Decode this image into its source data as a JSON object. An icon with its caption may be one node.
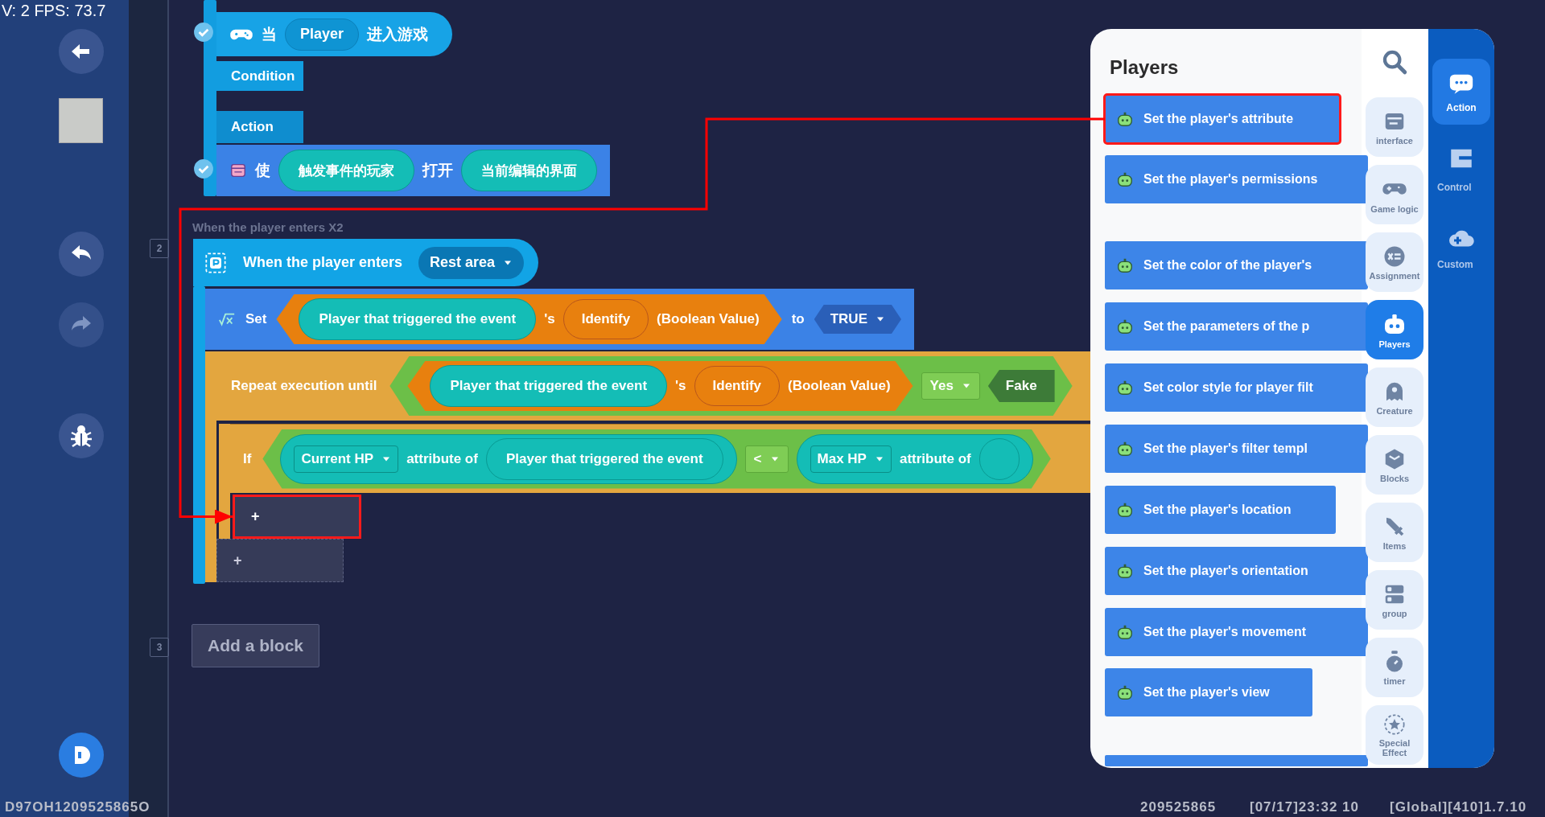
{
  "diagram": {
    "nodes": [
      {
        "text": [
          "当",
          "进入游戏"
        ]
      },
      {
        "text": [
          "Player"
        ],
        "in": 0
      },
      {
        "text": [
          "Condition"
        ]
      },
      {
        "text": [
          "Action"
        ]
      },
      {
        "text": [
          "使",
          "打开"
        ]
      },
      {
        "text": [
          "触发事件的玩家"
        ],
        "in": 4
      },
      {
        "text": [
          "当前编辑的界面"
        ],
        "in": 4
      },
      {
        "text": [
          "2"
        ]
      },
      {
        "text": [
          "When the player enters"
        ]
      },
      {
        "text": [
          "Rest area"
        ],
        "in": 8
      },
      {
        "text": [
          "Set",
          "to"
        ]
      },
      {
        "text": [
          "'s",
          "(Boolean Value)"
        ],
        "in": 10
      },
      {
        "text": [
          "Player that triggered the event"
        ],
        "in": 11
      },
      {
        "text": [
          "Identify"
        ],
        "in": 11
      },
      {
        "text": [
          "TRUE"
        ],
        "in": 10
      },
      {
        "text": [
          "Repeat execution until"
        ]
      },
      {
        "text": [],
        "shape": "hexagon",
        "in": 15
      },
      {
        "text": [
          "'s",
          "(Boolean Value)"
        ],
        "in": 16
      },
      {
        "text": [
          "Player that triggered the event"
        ],
        "in": 17
      },
      {
        "text": [
          "Identify"
        ],
        "in": 17
      },
      {
        "text": [
          "Yes"
        ],
        "in": 16
      },
      {
        "text": [
          "Fake"
        ],
        "in": 16
      },
      {
        "text": [
          "If"
        ],
        "in": 15
      },
      {
        "text": [],
        "shape": "hexagon",
        "in": 22
      },
      {
        "text": [
          "attribute of"
        ],
        "in": 23
      },
      {
        "text": [
          "Current HP"
        ],
        "in": 24
      },
      {
        "text": [
          "Player that triggered the event"
        ],
        "in": 24
      },
      {
        "text": [
          "<"
        ],
        "in": 23
      },
      {
        "text": [
          "attribute of"
        ],
        "in": 23
      },
      {
        "text": [
          "Max HP"
        ],
        "in": 28
      },
      {
        "text": [],
        "shape": "pill",
        "in": 28
      },
      {
        "text": [
          "+"
        ],
        "in": 22
      },
      {
        "text": [
          "+"
        ],
        "in": 15
      },
      {
        "text": [
          "3"
        ]
      },
      {
        "text": [
          "Add a block"
        ]
      },
      {
        "text": [
          "Players"
        ]
      },
      {
        "text": [
          "Set the player's attribute"
        ],
        "in": 35
      },
      {
        "text": [
          "Set the player's permissions"
        ],
        "in": 35
      },
      {
        "text": [
          "Set the color of the player's"
        ],
        "in": 35
      },
      {
        "text": [
          "Set the parameters of the p"
        ],
        "in": 35
      },
      {
        "text": [
          "Set color style for player filt"
        ],
        "in": 35
      },
      {
        "text": [
          "Set the player's filter templ"
        ],
        "in": 35
      },
      {
        "text": [
          "Set the player's location"
        ],
        "in": 35
      },
      {
        "text": [
          "Set the player's orientation"
        ],
        "in": 35
      },
      {
        "text": [
          "Set the player's movement"
        ],
        "in": 35
      },
      {
        "text": [
          "Set the player's view"
        ],
        "in": 35
      },
      {
        "text": [],
        "shape": "bar",
        "in": 35
      },
      {
        "text": [
          "interface"
        ],
        "in": 35
      },
      {
        "text": [
          "Game logic"
        ],
        "in": 35
      },
      {
        "text": [
          "Assignment"
        ],
        "in": 35
      },
      {
        "text": [
          "Players"
        ],
        "in": 35
      },
      {
        "text": [
          "Creature"
        ],
        "in": 35
      },
      {
        "text": [
          "Blocks"
        ],
        "in": 35
      },
      {
        "text": [
          "Items"
        ],
        "in": 35
      },
      {
        "text": [
          "group"
        ],
        "in": 35
      },
      {
        "text": [
          "timer"
        ],
        "in": 35
      },
      {
        "text": [
          "Special Effect"
        ],
        "in": 35
      },
      {
        "text": [
          "Action"
        ],
        "in": 35
      },
      {
        "text": [],
        "shape": "bar"
      },
      {
        "text": [],
        "shape": "bar"
      }
    ],
    "edges": [
      {
        "from": 36,
        "to": 31,
        "arrow": "to",
        "color": "#ff0000"
      }
    ],
    "labels": [
      "V: 2 FPS: 73.7",
      "When the player enters X2",
      "Control",
      "Custom",
      "D97OH1209525865O",
      "209525865",
      "[07/17]23:32 10",
      "[Global][410]1.7.10"
    ]
  }
}
